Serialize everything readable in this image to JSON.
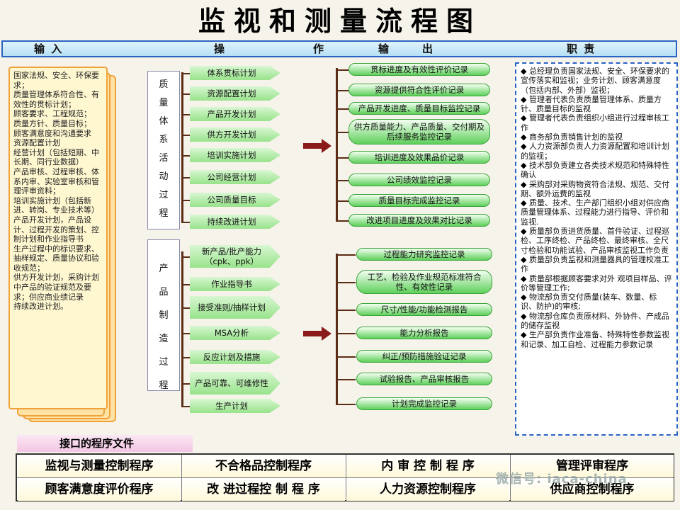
{
  "title": "监视和测量流程图",
  "header": {
    "input": "输 入",
    "op": "操",
    "act": "作",
    "out1": "输",
    "out2": "出",
    "duty": "职 责"
  },
  "inputs": [
    "国家法规、安全、环保要求；",
    "质量管理体系符合性、有效性的贯标计划；",
    "顾客要求、工程规范；",
    "质量方针、质量目标；",
    "顾客满意度和沟通要求",
    "资源配置计划",
    "经营计划（包括短期、中长期、同行业数据）",
    "产品审核、过程审核、体系内审、实验室审核和管理评审资料；",
    "培训实施计划（包括新进、转岗、专业技术等）",
    "产品开发计划，产品设计、过程开发的策划、控制计划和作业指导书",
    "生产过程中的标识要求、抽样规定、质量协议和验收规范；",
    "供方开发计划，采购计划中产品的验证规范及要求；供应商业绩记录",
    "持续改进计划。"
  ],
  "cat1": [
    "质",
    "量",
    "体",
    "系",
    "活",
    "动",
    "过",
    "程"
  ],
  "cat2": [
    "产",
    "品",
    "制",
    "造",
    "过",
    "程"
  ],
  "acts1": [
    "体系贯标计划",
    "资源配置计划",
    "产品开发计划",
    "供方开发计划",
    "培训实施计划",
    "公司经营计划",
    "公司质量目标",
    "持续改进计划"
  ],
  "acts2": [
    "新产品/批产能力（cpk、ppk）",
    "作业指导书",
    "接受准则/抽样计划",
    "MSA分析",
    "反应计划及措施",
    "产品可靠、可维修性",
    "生产计划"
  ],
  "outs1": [
    "贯标进度及有效性评价记录",
    "资源提供符合性评价记录",
    "产品开发进度、质量目标监控记录",
    "供方质量能力、产品质量、交付期及后续服务监控记录",
    "培训进度及效果品价记录",
    "公司绩效监控记录",
    "质量目标完成监控记录",
    "改进项目进度及效果对比记录"
  ],
  "outs2": [
    "过程能力研究监控记录",
    "工艺、检验及作业规范标准符合性、有效性记录",
    "尺寸/性能/功能检测报告",
    "能力分析报告",
    "纠正/预防措施验证记录",
    "试验报告、产品审核报告",
    "计划完成监控记录"
  ],
  "resp": [
    "总经理负责国家法规、安全、环保要求的宣传落实和监视；业务计划、顾客满意度（包括内部、外部）监视；",
    "管理者代表负责质量管理体系、质量方针、质量目标的监视",
    "管理者代表负责组织小组进行过程审核工作",
    "商务部负责销售计划的监视",
    "人力资源部负责人力资源配置和培训计划的监视；",
    "技术部负责建立各类技术规范和特殊特性确认",
    "采购部对采购物资符合法规、规范、交付期、额外运费的监视",
    "质量、技术、生产部门组织小组对供应商质量管理体系、过程能力进行指导、评价和监视.",
    "质量部负责进货质量、首件验证、过程巡检、工序终检、产品终检、最终审核、全尺寸检验和功能试验、产品审核监视工作负责",
    "质量部负责监视和测量器具的管理校准工作",
    "质量部根据顾客要求对外 观项目样品、评价等管理工作;",
    "物流部负责交付质量(装车、数量、标识、防护)的审核;",
    "物流部仓库负责原材料、外协件、产成品的储存监视",
    "生产部负责作业准备、特殊特性参数监视和记录、加工自检、过程能力参数记录"
  ],
  "interface_label": "接口的程序文件",
  "docs": [
    "监视与测量控制程序",
    "不合格品控制程序",
    "内 审 控 制 程 序",
    "管理评审程序",
    "顾客满意度评价程序",
    "改 进过程控 制 程 序",
    "人力资源控制程序",
    "供应商控制程序"
  ],
  "watermark": "微信号: iaca-china",
  "colors": {
    "arrow": "#8b1a1a",
    "tree": "#5b2c16",
    "frame": "#2a63c4"
  }
}
